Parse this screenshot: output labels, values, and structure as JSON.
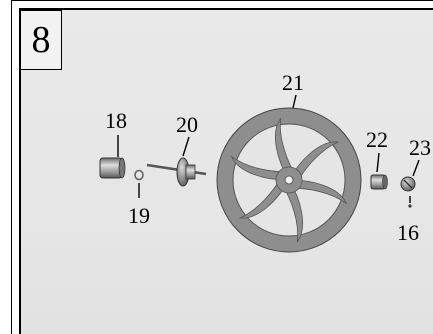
{
  "step": {
    "number": "8"
  },
  "callouts": {
    "c18": "18",
    "c19": "19",
    "c20": "20",
    "c21": "21",
    "c22": "22",
    "c23": "23",
    "c16": "16"
  }
}
